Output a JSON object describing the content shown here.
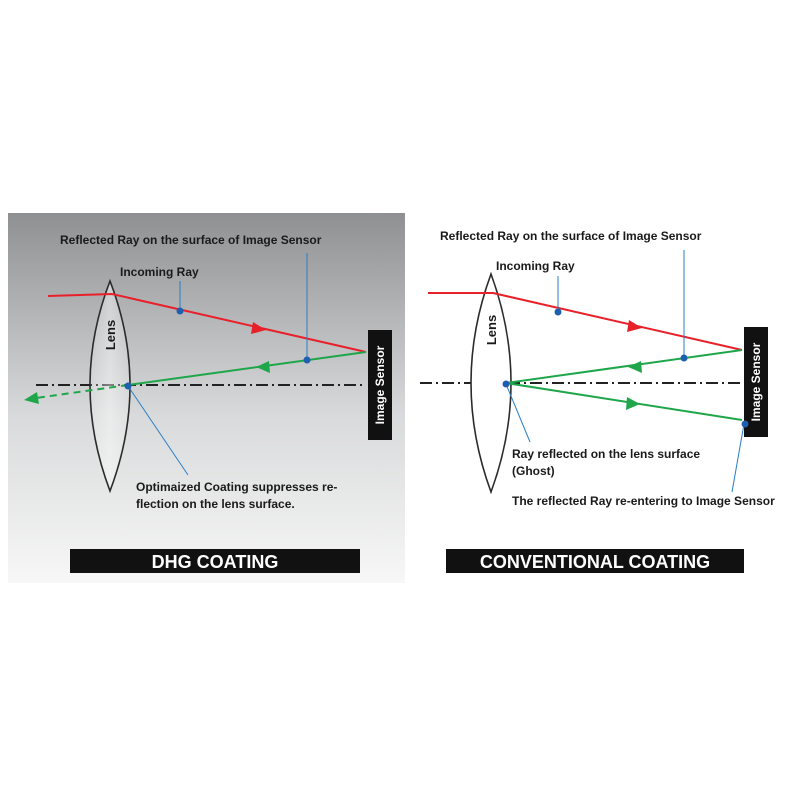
{
  "left_panel": {
    "label_reflected_ray": "Reflected Ray on the surface of Image Sensor",
    "label_incoming_ray": "Incoming Ray",
    "label_lens": "Lens",
    "label_sensor": "Image Sensor",
    "label_coating_line1": "Optimaized Coating suppresses re-",
    "label_coating_line2": "flection on the lens surface.",
    "title": "DHG COATING"
  },
  "right_panel": {
    "label_reflected_ray": "Reflected Ray on the surface of Image Sensor",
    "label_incoming_ray": "Incoming Ray",
    "label_lens": "Lens",
    "label_sensor": "Image Sensor",
    "label_ghost_line1": "Ray reflected on the lens surface",
    "label_ghost_line2": "(Ghost)",
    "label_reentering": "The reflected Ray re-entering to Image Sensor",
    "title": "CONVENTIONAL COATING"
  },
  "colors": {
    "incoming_ray": "#e8202a",
    "reflected_ray": "#1fa64a",
    "pointer": "#2a7fc8",
    "dot": "#1f5fb0",
    "sensor": "#111111",
    "title_bar": "#111111"
  }
}
